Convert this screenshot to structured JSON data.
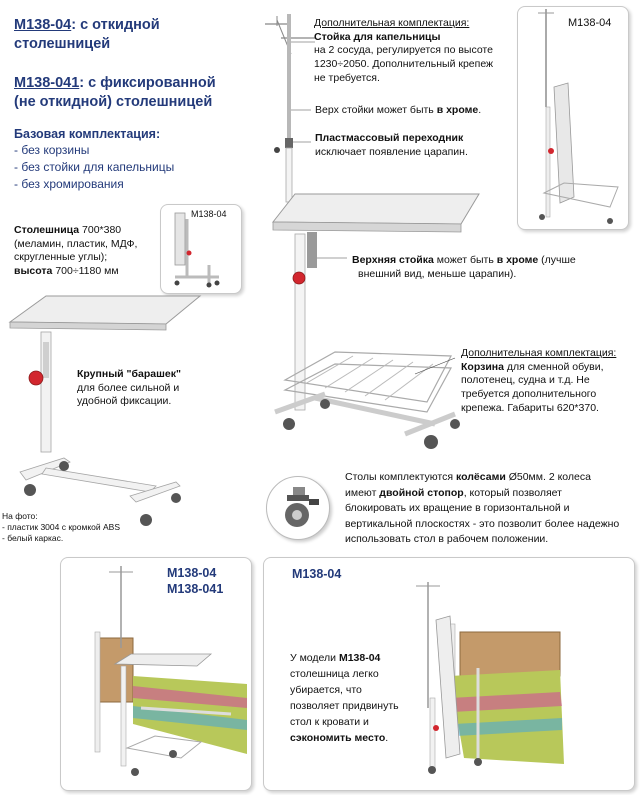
{
  "header": {
    "model1_code": "M138-04",
    "model1_desc": ": с откидной",
    "model1_desc2": "столешницей",
    "model2_code": "M138-041",
    "model2_desc": ": с фиксированной",
    "model2_desc2": "(не откидной) столешницей"
  },
  "base_config": {
    "title": "Базовая комплектация:",
    "items": [
      "- без корзины",
      "- без стойки для капельницы",
      "- без хромирования"
    ]
  },
  "tabletop": {
    "label_bold": "Столешница",
    "size": " 700*380",
    "materials": "(меламин, пластик, МДФ,",
    "corners": "скругленные углы);",
    "height_bold": "высота",
    "height_val": " 700÷1180 мм"
  },
  "thumb_left_label": "M138-04",
  "thumb_right_label": "M138-04",
  "knob": {
    "bold": "Крупный \"барашек\"",
    "line2": "для более сильной и",
    "line3": "удобной фиксации."
  },
  "photo_note": {
    "line1": "На фото:",
    "line2": "- пластик 3004 с кромкой ABS",
    "line3": "- белый каркас."
  },
  "drip_option": {
    "heading": "Дополнительная комплектация:",
    "bold": "Стойка для капельницы",
    "line1": "на 2 сосуда, регулируется по высоте",
    "line2": "1230÷2050. Дополнительный крепеж",
    "line3": "не требуется."
  },
  "chrome_top": {
    "text": "Верх стойки может быть ",
    "bold": "в хроме",
    "end": "."
  },
  "adapter": {
    "bold": "Пластмассовый переходник",
    "text": "исключает появление царапин."
  },
  "upper_post": {
    "bold1": "Верхняя стойка",
    "text1": " может быть ",
    "bold2": "в хроме",
    "text2": " (лучше",
    "line2": "внешний вид, меньше царапин)."
  },
  "basket_option": {
    "heading": "Дополнительная комплектация:",
    "bold": "Корзина",
    "line1": " для сменной обуви,",
    "line2": "полотенец, судна и т.д. Не",
    "line3": "требуется дополнительного",
    "line4": "крепежа. Габариты 620*370."
  },
  "wheels": {
    "t1": "Столы комплектуются ",
    "b1": "колёсами",
    "t2": " Ø50мм. 2 колеса",
    "t3": "имеют ",
    "b2": "двойной стопор",
    "t4": ", который позволяет",
    "line3": "блокировать их вращение в горизонтальной и",
    "t5": "вертикальной плоскостях",
    "t6": " -  это позволит более надежно",
    "line5": "использовать стол в рабочем положении."
  },
  "bottom_left": {
    "model_a": "M138-04",
    "model_b": "M138-041"
  },
  "bottom_right": {
    "model": "M138-04",
    "t1": "У модели ",
    "b1": "M138-04",
    "line2": "столешница легко",
    "line3": "убирается, что",
    "line4": "позволяет придвинуть",
    "line5": "стол к кровати и",
    "b2": "сэкономить место",
    "end": "."
  },
  "colors": {
    "navy": "#233a7a",
    "knob_red": "#d2262e",
    "tabletop": "#ededed",
    "frame": "#f4f4f4"
  }
}
